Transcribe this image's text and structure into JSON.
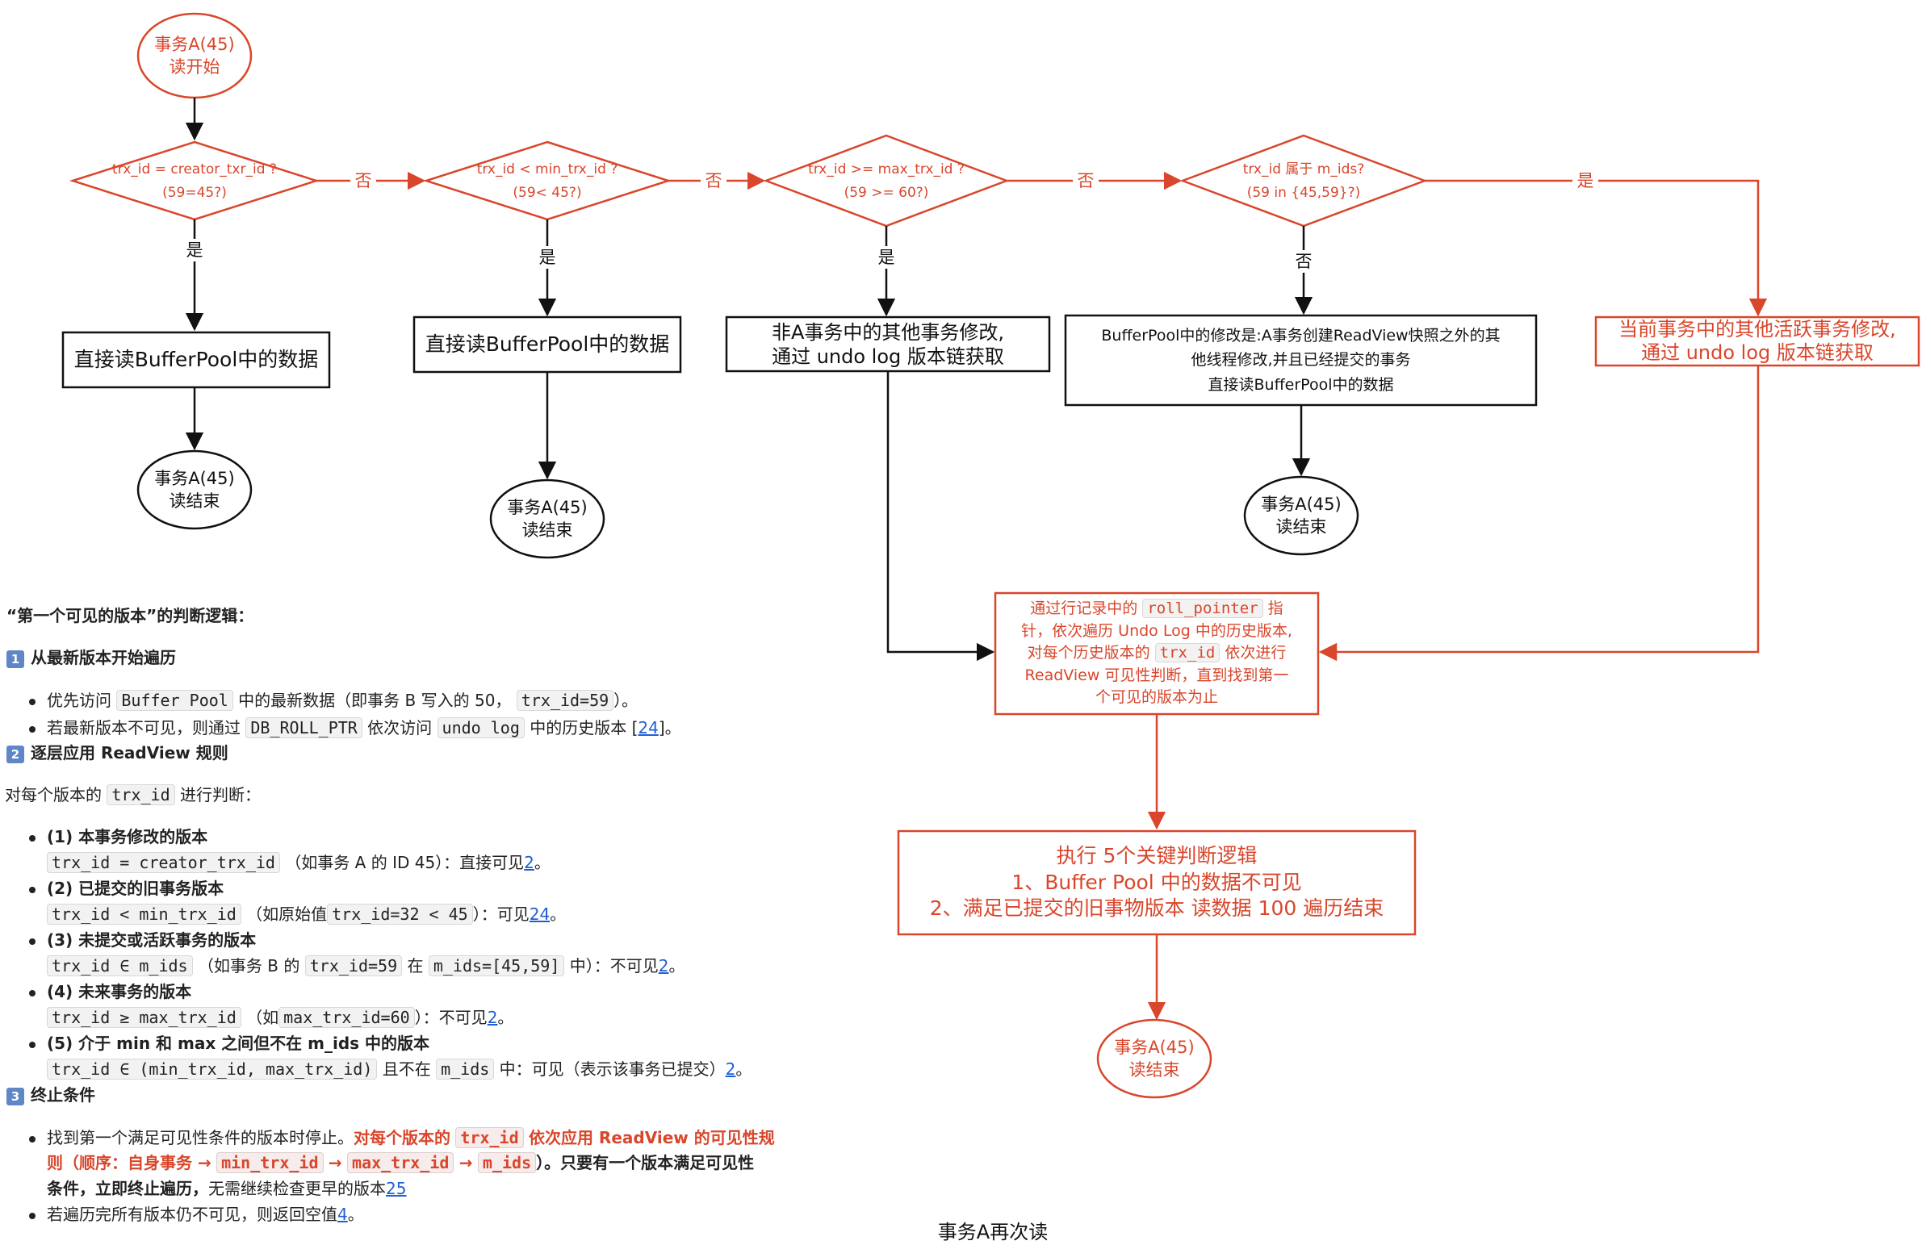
{
  "flow": {
    "start": {
      "line1": "事务A(45)",
      "line2": "读开始"
    },
    "d1": {
      "line1": "trx_id = creator_txr_id ?",
      "line2": "(59=45?)"
    },
    "d2": {
      "line1": "trx_id < min_trx_id ?",
      "line2": "(59< 45?)"
    },
    "d3": {
      "line1": "trx_id >= max_trx_id ?",
      "line2": "(59 >= 60?)"
    },
    "d4": {
      "line1": "trx_id 属于 m_ids?",
      "line2": "(59 in {45,59}?)"
    },
    "lbl_no": "否",
    "lbl_yes": "是",
    "box1": "直接读BufferPool中的数据",
    "box2": "直接读BufferPool中的数据",
    "box3": {
      "line1": "非A事务中的其他事务修改,",
      "line2": "通过 undo log 版本链获取"
    },
    "box4": {
      "line1": "BufferPool中的修改是:A事务创建ReadView快照之外的其",
      "line2": "他线程修改,并且已经提交的事务",
      "line3": "直接读BufferPool中的数据"
    },
    "box5": {
      "line1": "当前事务中的其他活跃事务修改,",
      "line2": "通过 undo log 版本链获取"
    },
    "end": {
      "line1": "事务A(45)",
      "line2": "读结束"
    },
    "box6": {
      "p1": "通过行记录中的",
      "c1": "roll_pointer",
      "p2": "指",
      "p3": "针，依次遍历 Undo Log 中的历史版本,",
      "p4": "对每个历史版本的",
      "c2": "trx_id",
      "p5": "依次进行",
      "p6": "ReadView 可见性判断，直到找到第一",
      "p7": "个可见的版本为止"
    },
    "box7": {
      "line1": "执行 5个关键判断逻辑",
      "line2": "1、Buffer Pool 中的数据不可见",
      "line3": "2、满足已提交的旧事物版本 读数据 100  遍历结束"
    },
    "caption": "事务A再次读"
  },
  "notes": {
    "heading": "“第一个可见的版本”的判断逻辑：",
    "s1": {
      "num": "1",
      "title": "从最新版本开始遍历"
    },
    "s1_b1": {
      "t1": "优先访问",
      "c1": "Buffer Pool",
      "t2": "中的最新数据（即事务 B 写入的 50，",
      "c2": "trx_id=59",
      "t3": "）。"
    },
    "s1_b2": {
      "t1": "若最新版本不可见，则通过",
      "c1": "DB_ROLL_PTR",
      "t2": "依次访问",
      "c2": "undo log",
      "t3": "中的历史版本 [",
      "ref": "24",
      "t4": "]。"
    },
    "s2": {
      "num": "2",
      "title": "逐层应用 ReadView 规则"
    },
    "s2_intro": {
      "t1": "对每个版本的",
      "c1": "trx_id",
      "t2": "进行判断："
    },
    "r1": {
      "title": "(1) 本事务修改的版本",
      "c1": "trx_id = creator_trx_id",
      "t1": "（如事务 A 的 ID 45）：直接可见",
      "ref": "2",
      "t2": "。"
    },
    "r2": {
      "title": "(2) 已提交的旧事务版本",
      "c1": "trx_id < min_trx_id",
      "t1": "（如原始值",
      "c2": "trx_id=32 < 45",
      "t2": "）：可见",
      "ref": "24",
      "t3": "。"
    },
    "r3": {
      "title": "(3) 未提交或活跃事务的版本",
      "c1": "trx_id ∈ m_ids",
      "t1": "（如事务 B 的",
      "c2": "trx_id=59",
      "t2": "在",
      "c3": "m_ids=[45,59]",
      "t3": "中）：不可见",
      "ref": "2",
      "t4": "。"
    },
    "r4": {
      "title": "(4) 未来事务的版本",
      "c1": "trx_id ≥ max_trx_id",
      "t1": "（如",
      "c2": "max_trx_id=60",
      "t2": "）：不可见",
      "ref": "2",
      "t3": "。"
    },
    "r5": {
      "title": "(5) 介于 min 和 max 之间但不在 m_ids 中的版本",
      "c1": "trx_id ∈ (min_trx_id, max_trx_id)",
      "t1": "且不在",
      "c2": "m_ids",
      "t2": "中：可见（表示该事务已提交）",
      "ref": "2",
      "t3": "。"
    },
    "s3": {
      "num": "3",
      "title": "终止条件"
    },
    "s3_b1": {
      "t1": "找到第一个满足可见性条件的版本时停止。",
      "t2": "对每个版本的",
      "c1": "trx_id",
      "t3": "依次应用 ReadView 的可见性规",
      "t4": "则（顺序：自身事务 →",
      "c2": "min_trx_id",
      "t5": "→",
      "c3": "max_trx_id",
      "t6": "→",
      "c4": "m_ids",
      "t7": "）。只要有一个版本满足可见性",
      "t8": "条件，立即终止遍历，",
      "t9": "无需继续检查更早的版本",
      "ref": "25"
    },
    "s3_b2": {
      "t1": "若遍历完所有版本仍不可见，则返回空值",
      "ref": "4",
      "t2": "。"
    }
  },
  "colors": {
    "accent": "#d9462b",
    "line": "#111111",
    "link": "#1f5fd6"
  }
}
